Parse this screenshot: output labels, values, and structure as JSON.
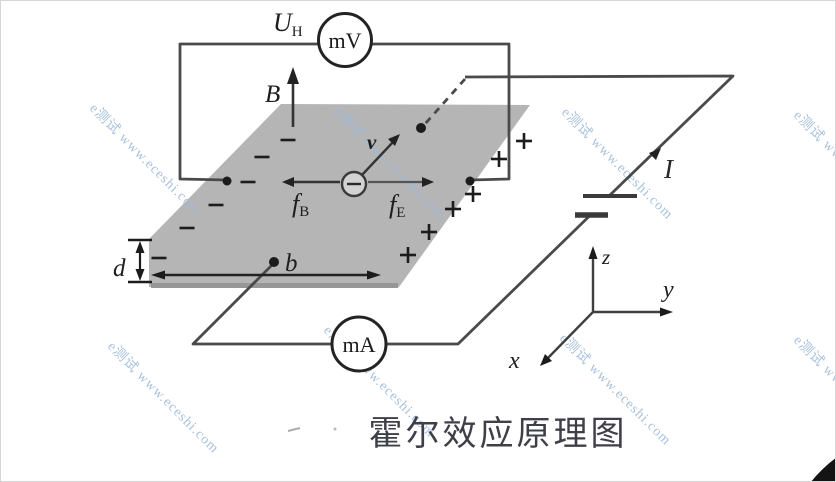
{
  "caption": "霍尔效应原理图",
  "watermark": {
    "text": "e测试 www.eceshi.com",
    "color": "#9db9da"
  },
  "meters": {
    "voltmeter": "mV",
    "ammeter": "mA"
  },
  "labels": {
    "hall_voltage": {
      "main": "U",
      "sub": "H"
    },
    "magnetic_field": "B",
    "velocity": "v",
    "magnetic_force": {
      "main": "f",
      "sub": "B"
    },
    "electric_force": {
      "main": "f",
      "sub": "E"
    },
    "plate_width": "b",
    "plate_thickness": "d",
    "current": "I",
    "axis_x": "x",
    "axis_y": "y",
    "axis_z": "z"
  },
  "charges": {
    "positive_symbol": "+",
    "negative_symbol": "−",
    "positive_count": 6,
    "negative_count": 6,
    "carrier_sign": "−"
  },
  "colors": {
    "slab": "#b5b5b5",
    "slab_edge": "#979797",
    "wire": "#4a4a4a",
    "symbol": "#1c1c1c",
    "caption": "#3e3f47",
    "watermark": "#9db9da"
  }
}
